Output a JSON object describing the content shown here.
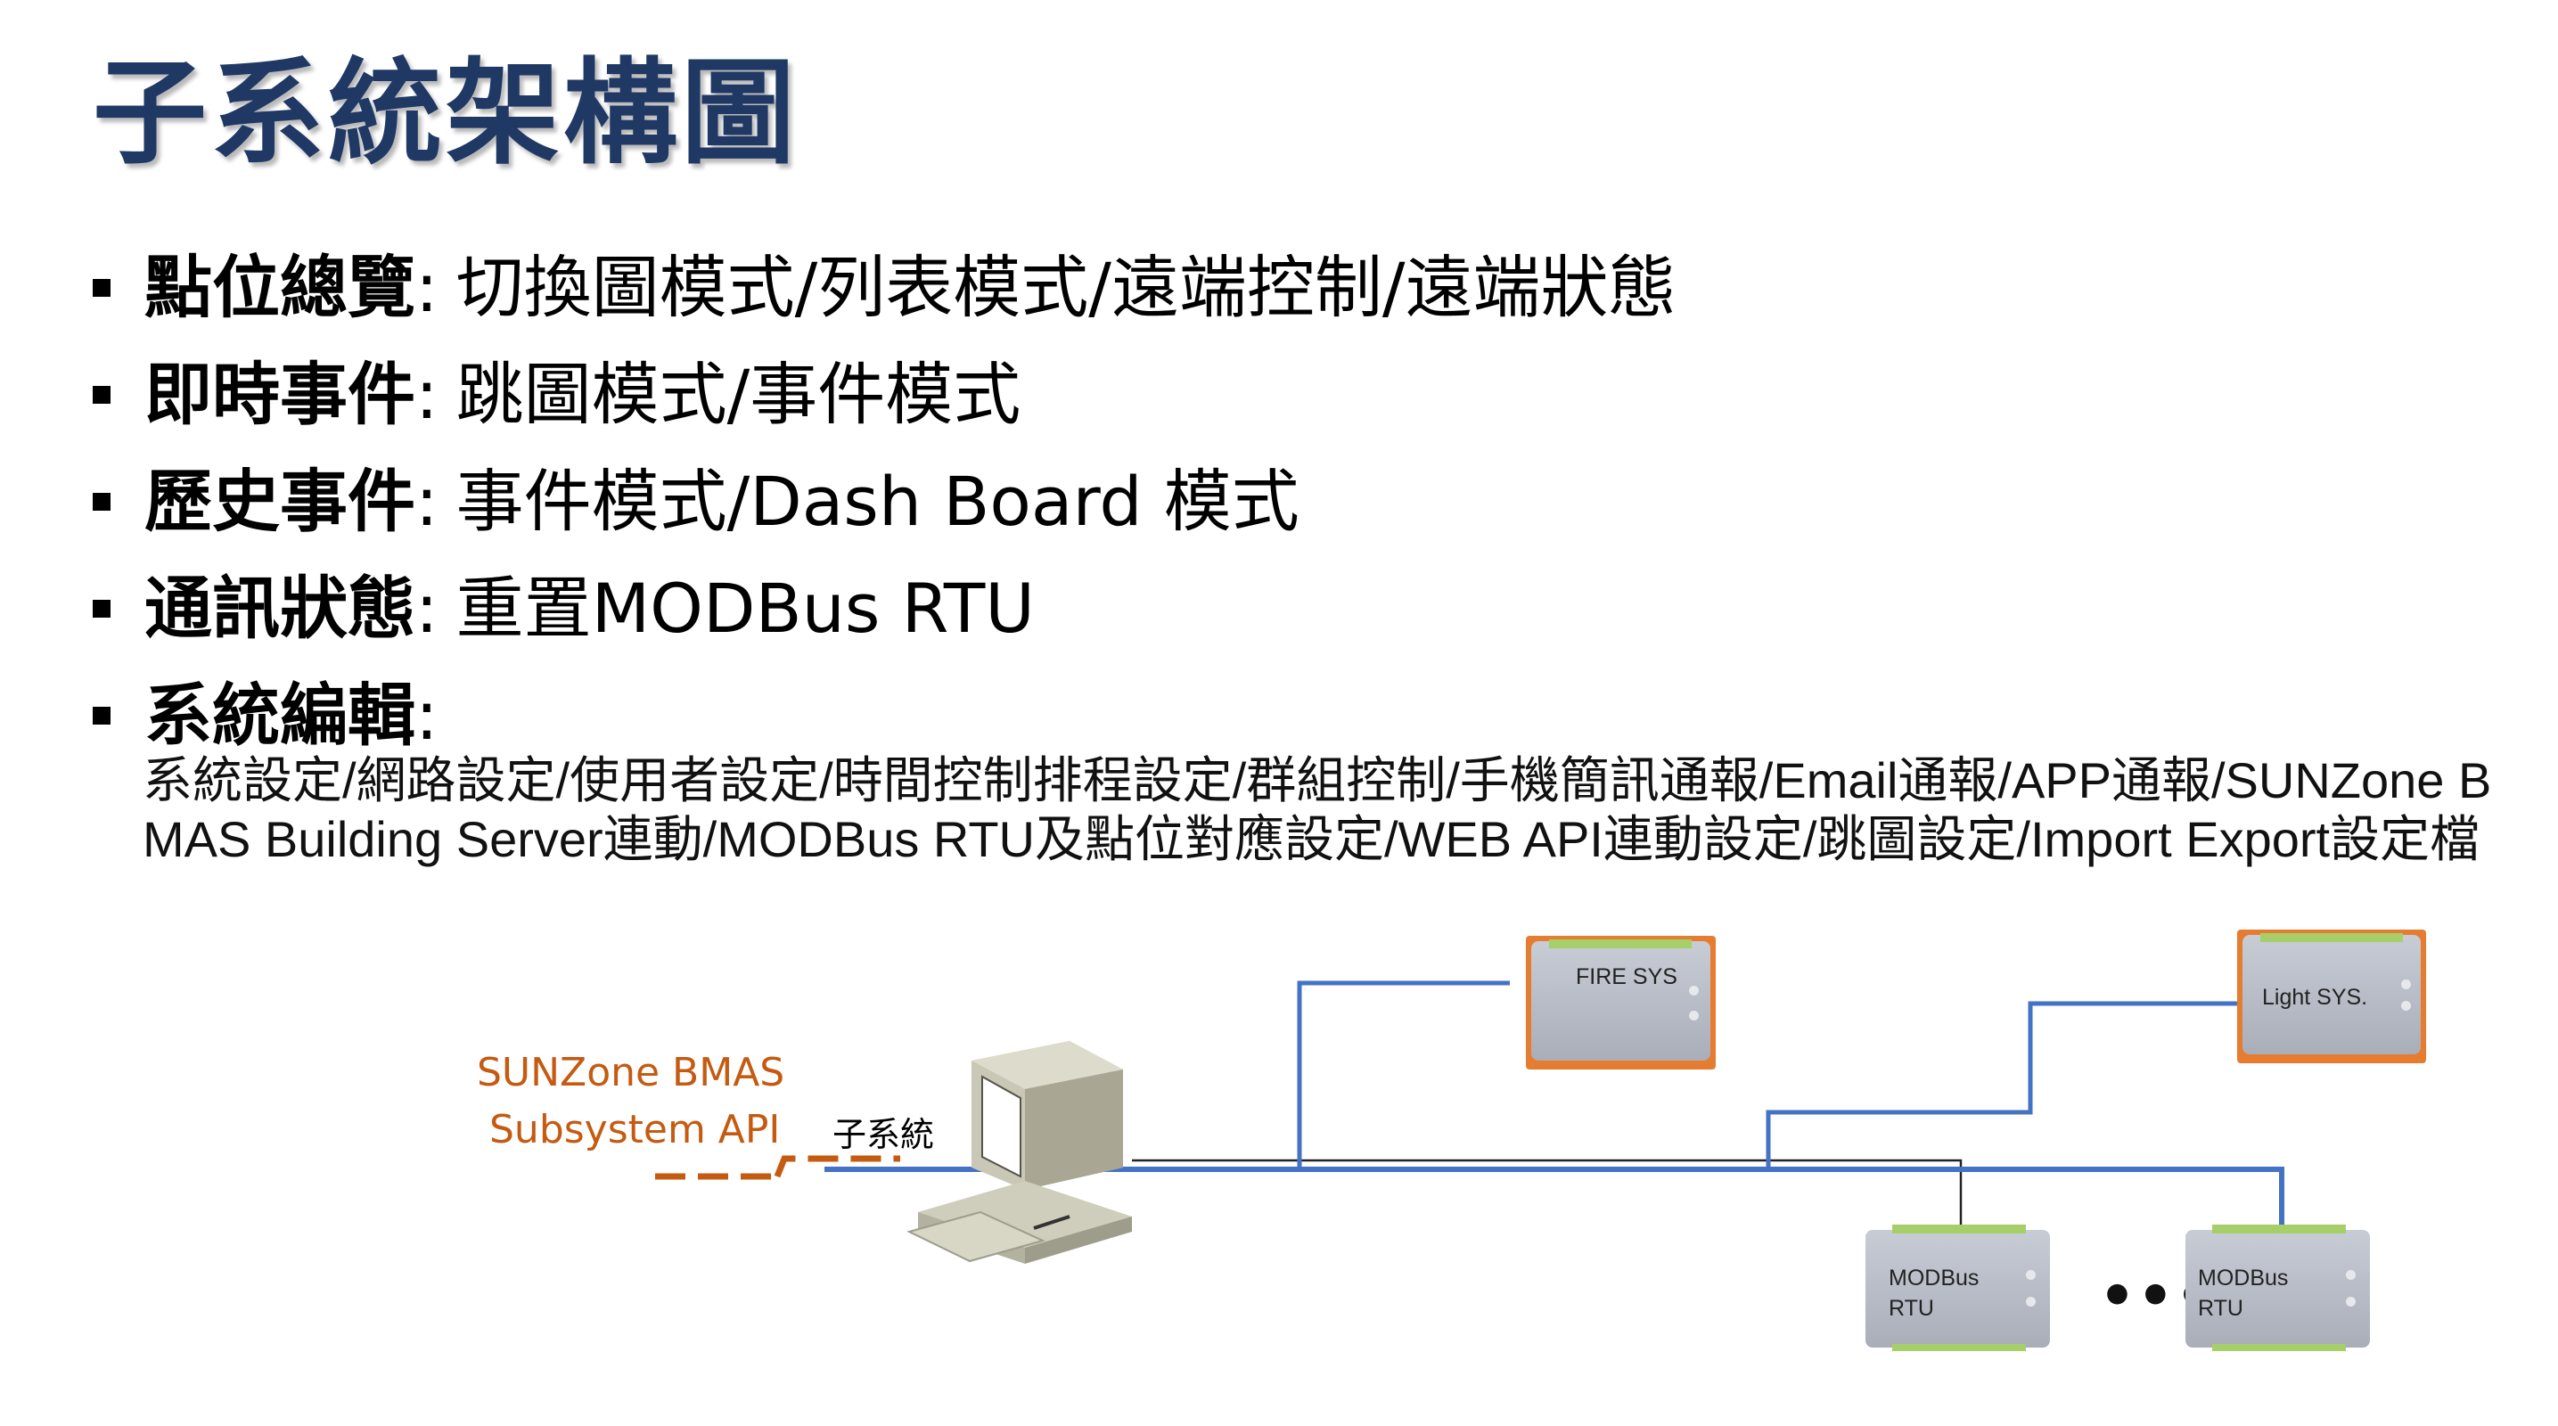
{
  "title": "子系統架構圖",
  "bullets": [
    {
      "label": "點位總覽",
      "colon": ":",
      "text": "切換圖模式/列表模式/遠端控制/遠端狀態"
    },
    {
      "label": "即時事件",
      "colon": ":",
      "text": "跳圖模式/事件模式"
    },
    {
      "label": "歷史事件",
      "colon": ":",
      "text": "事件模式/Dash Board 模式"
    },
    {
      "label": "通訊狀態",
      "colon": ":",
      "text": "重置MODBus RTU"
    },
    {
      "label": "系統編輯",
      "colon": ":",
      "text": ""
    }
  ],
  "system_edit_detail": "系統設定/網路設定/使用者設定/時間控制排程設定/群組控制/手機簡訊通報/Email通報/APP通報/SUNZone BMAS Building Server連動/MODBus RTU及點位對應設定/WEB API連動設定/跳圖設定/Import Export設定檔",
  "diagram": {
    "api_label_line1": "SUNZone BMAS",
    "api_label_line2": "Subsystem API",
    "subsystem_label": "子系統",
    "fire_device": {
      "line1": "FIRE  SYS"
    },
    "light_device": {
      "line1": "Light  SYS."
    },
    "modbus_1": {
      "line1": "MODBus",
      "line2": "RTU"
    },
    "modbus_2": {
      "line1": "MODBus",
      "line2": "RTU"
    },
    "ellipsis": "•••",
    "colors": {
      "line_blue": "#4472c4",
      "line_orange": "#c55a11",
      "title": "#1f3864",
      "device_frame": "#e67c2f",
      "device_stripe": "#a6cf6a"
    },
    "icons": [
      "desktop-computer-icon"
    ]
  }
}
